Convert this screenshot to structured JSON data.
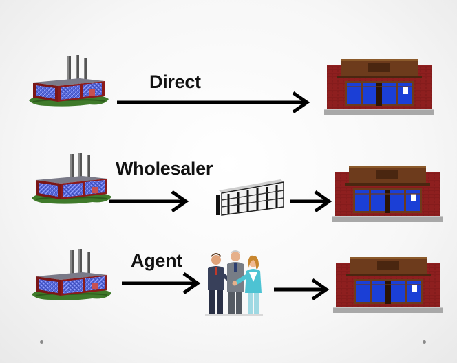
{
  "rows": [
    {
      "label": "Direct",
      "icons": [
        "factory-icon",
        "retail-store-icon"
      ]
    },
    {
      "label": "Wholesaler",
      "icons": [
        "factory-icon",
        "warehouse-icon",
        "retail-store-icon"
      ]
    },
    {
      "label": "Agent",
      "icons": [
        "factory-icon",
        "agents-handshake-icon",
        "retail-store-icon"
      ]
    }
  ],
  "colors": {
    "background": "#f5f5f5",
    "factory_brick": "#8b1a1a",
    "factory_windows": "#4c5fd0",
    "grass": "#3f7a2a",
    "store_brick": "#8e1f1f",
    "store_windows": "#1b3fd6",
    "arrow": "#000000"
  }
}
